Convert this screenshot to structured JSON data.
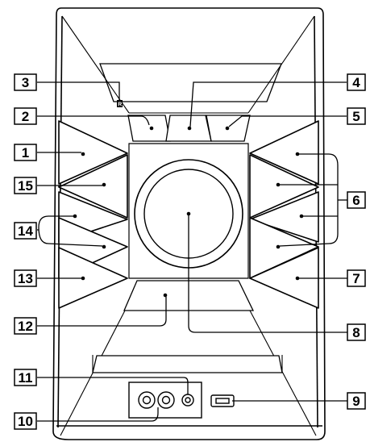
{
  "callouts": [
    {
      "id": "c1",
      "label": "1"
    },
    {
      "id": "c2",
      "label": "2"
    },
    {
      "id": "c3",
      "label": "3"
    },
    {
      "id": "c4",
      "label": "4"
    },
    {
      "id": "c5",
      "label": "5"
    },
    {
      "id": "c6",
      "label": "6"
    },
    {
      "id": "c7",
      "label": "7"
    },
    {
      "id": "c8",
      "label": "8"
    },
    {
      "id": "c9",
      "label": "9"
    },
    {
      "id": "c10",
      "label": "10"
    },
    {
      "id": "c11",
      "label": "11"
    },
    {
      "id": "c12",
      "label": "12"
    },
    {
      "id": "c13",
      "label": "13"
    },
    {
      "id": "c14",
      "label": "14"
    },
    {
      "id": "c15",
      "label": "15"
    }
  ],
  "remote_sensor_mark": "R",
  "colors": {
    "line": "#000000",
    "background": "#ffffff"
  }
}
